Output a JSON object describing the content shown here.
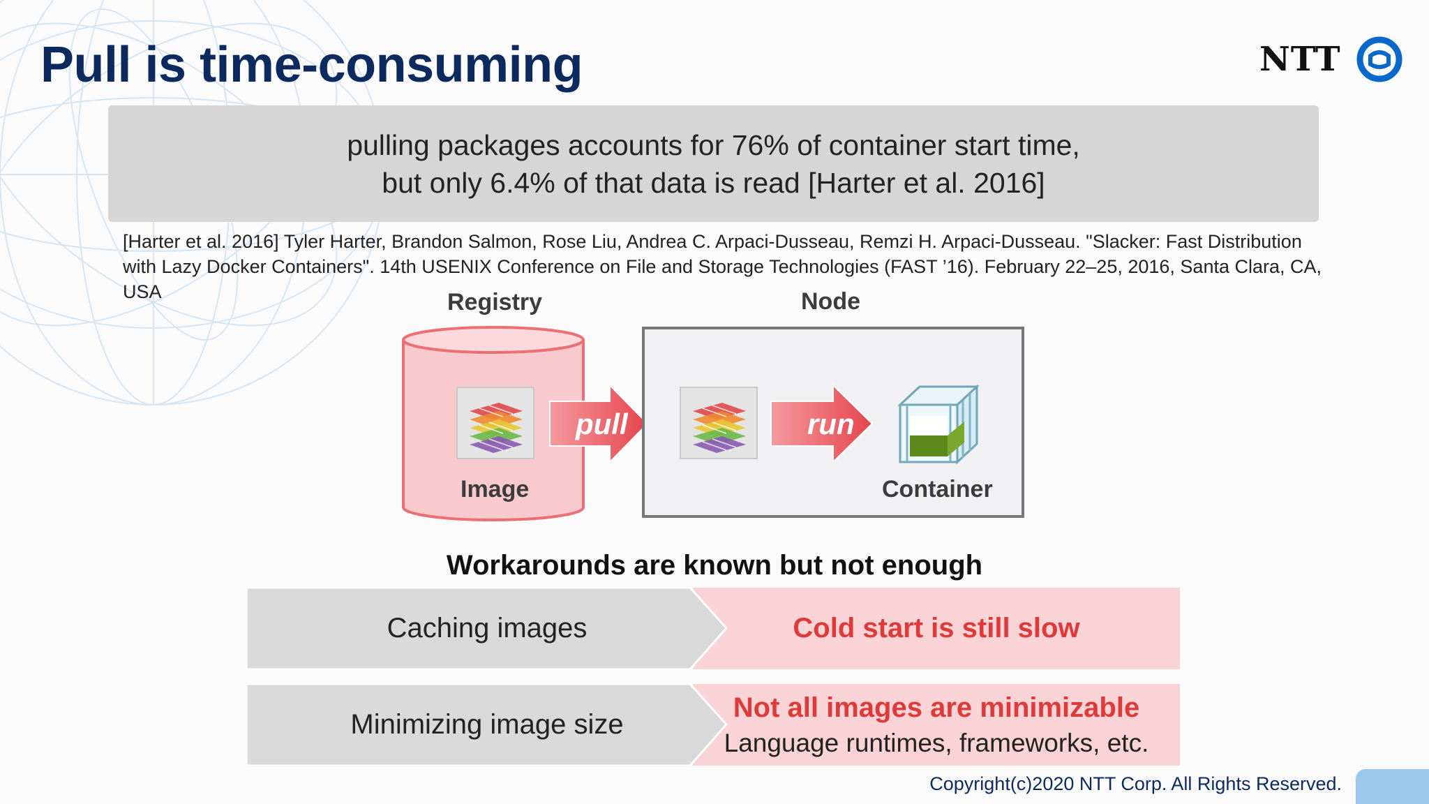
{
  "title": "Pull is time-consuming",
  "logo": {
    "text": "NTT"
  },
  "quote": {
    "line1": "pulling packages accounts for 76% of container start time,",
    "line2": "but only 6.4% of that data is read [Harter et al. 2016]"
  },
  "reference": {
    "line1": "[Harter et al. 2016] Tyler Harter, Brandon Salmon, Rose Liu, Andrea C. Arpaci-Dusseau, Remzi H. Arpaci-Dusseau. \"Slacker: Fast Distribution",
    "line2": "with Lazy Docker Containers\". 14th USENIX Conference on File and Storage Technologies (FAST ’16). February 22–25, 2016, Santa Clara, CA,",
    "line3": "USA"
  },
  "diagram": {
    "registry_label": "Registry",
    "node_label": "Node",
    "image_label": "Image",
    "container_label": "Container",
    "pull_label": "pull",
    "run_label": "run"
  },
  "workarounds": {
    "title": "Workarounds are known but not enough",
    "rows": [
      {
        "left": "Caching images",
        "right": "Cold start is still slow",
        "right_sub": ""
      },
      {
        "left": "Minimizing image size",
        "right": "Not all images are minimizable",
        "right_sub": "Language runtimes, frameworks, etc."
      }
    ]
  },
  "copyright": "Copyright(c)2020 NTT Corp. All Rights Reserved.",
  "colors": {
    "title": "#0c2a5e",
    "accent_red": "#de3a3a",
    "pink_fill": "#f9d3d6",
    "grey_fill": "#d9d9d9",
    "ntt_blue": "#0a68c8"
  }
}
